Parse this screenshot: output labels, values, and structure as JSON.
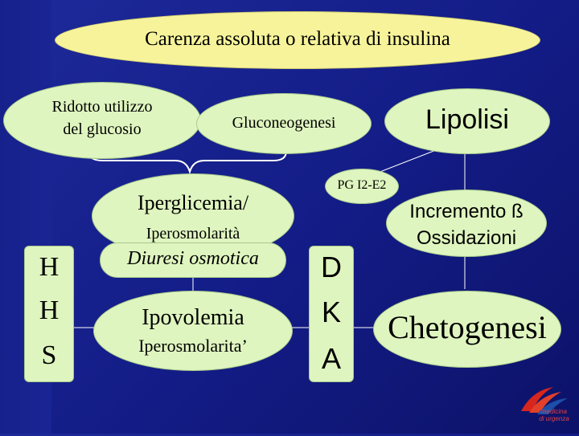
{
  "title": "Carenza assoluta o relativa di insulina",
  "ridotto": {
    "line1": "Ridotto utilizzo",
    "line2": "del glucosio"
  },
  "gluconeogenesi": "Gluconeogenesi",
  "lipolisi": "Lipolisi",
  "pg": "PG I2-E2",
  "iperglicemia": "Iperglicemia/",
  "iperosmolarita_1": "Iperosmolarità",
  "incremento": {
    "line1": "Incremento ß",
    "line2": "Ossidazioni"
  },
  "hhs": [
    "H",
    "H",
    "S"
  ],
  "diuresi": "Diuresi osmotica",
  "dka": [
    "D",
    "K",
    "A"
  ],
  "ipovolemia": "Ipovolemia",
  "iperosmolarita_2": "Iperosmolarita’",
  "chetogenesi": "Chetogenesi",
  "logo": {
    "line1": "medicina",
    "line2": "di urgenza"
  },
  "colors": {
    "ellipse_fill": "#dff5bf",
    "background": "#1a2494",
    "lines": "#ffffff"
  }
}
